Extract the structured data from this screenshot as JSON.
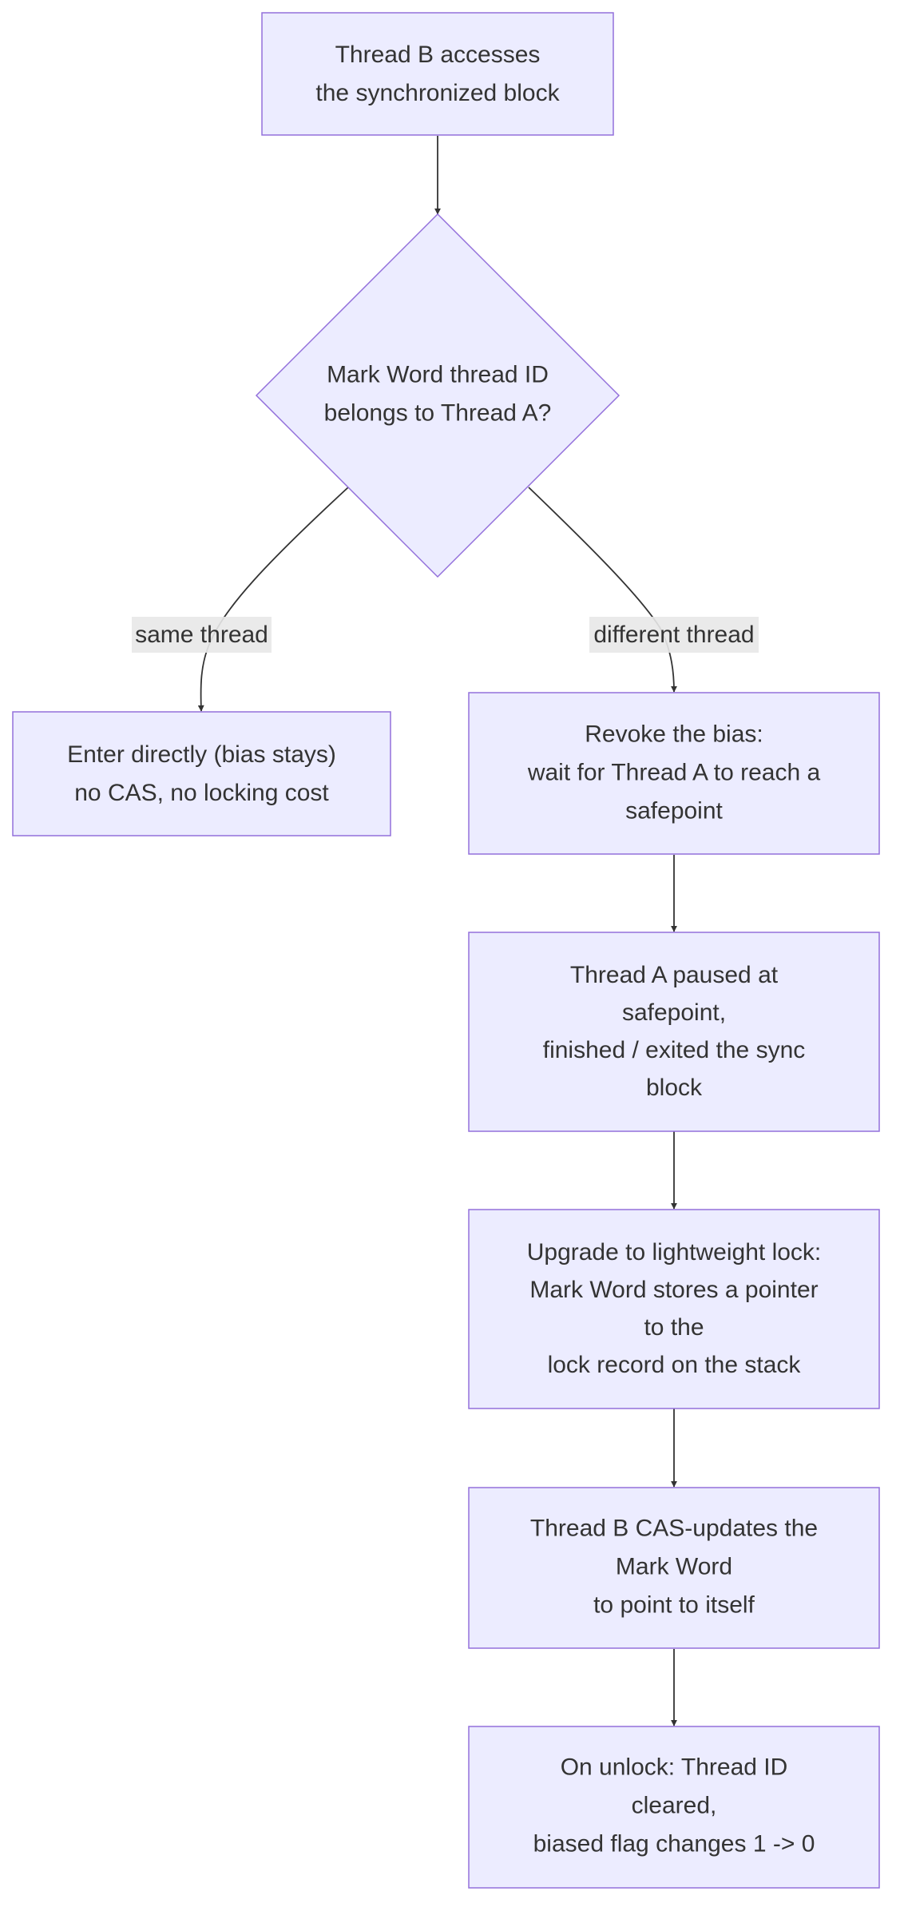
{
  "diagram": {
    "type": "flowchart",
    "colors": {
      "node_fill": "#ececff",
      "node_stroke": "#9370db",
      "edge": "#333333",
      "text": "#333333",
      "edge_label_bg": "#e8e8e8"
    },
    "nodes": {
      "start": {
        "lines": [
          "Thread B accesses",
          "the synchronized block"
        ]
      },
      "decision": {
        "lines": [
          "Mark Word thread ID",
          "belongs to Thread A?"
        ]
      },
      "enter_directly": {
        "lines": [
          "Enter directly (bias stays)",
          "no CAS, no locking cost"
        ]
      },
      "revoke_bias": {
        "lines": [
          "Revoke the bias:",
          "wait for Thread A to reach a",
          "safepoint"
        ]
      },
      "thread_a_paused": {
        "lines": [
          "Thread A paused at",
          "safepoint,",
          "finished / exited the sync",
          "block"
        ]
      },
      "upgrade": {
        "lines": [
          "Upgrade to lightweight lock:",
          "Mark Word stores a pointer",
          "to the",
          "lock record on the stack"
        ]
      },
      "cas_update": {
        "lines": [
          "Thread B CAS-updates the",
          "Mark Word",
          "to point to itself"
        ]
      },
      "unlock": {
        "lines": [
          "On unlock: Thread ID",
          "cleared,",
          "biased flag changes 1 -> 0"
        ]
      }
    },
    "edge_labels": {
      "same_thread": "same thread",
      "different_thread": "different thread"
    }
  }
}
